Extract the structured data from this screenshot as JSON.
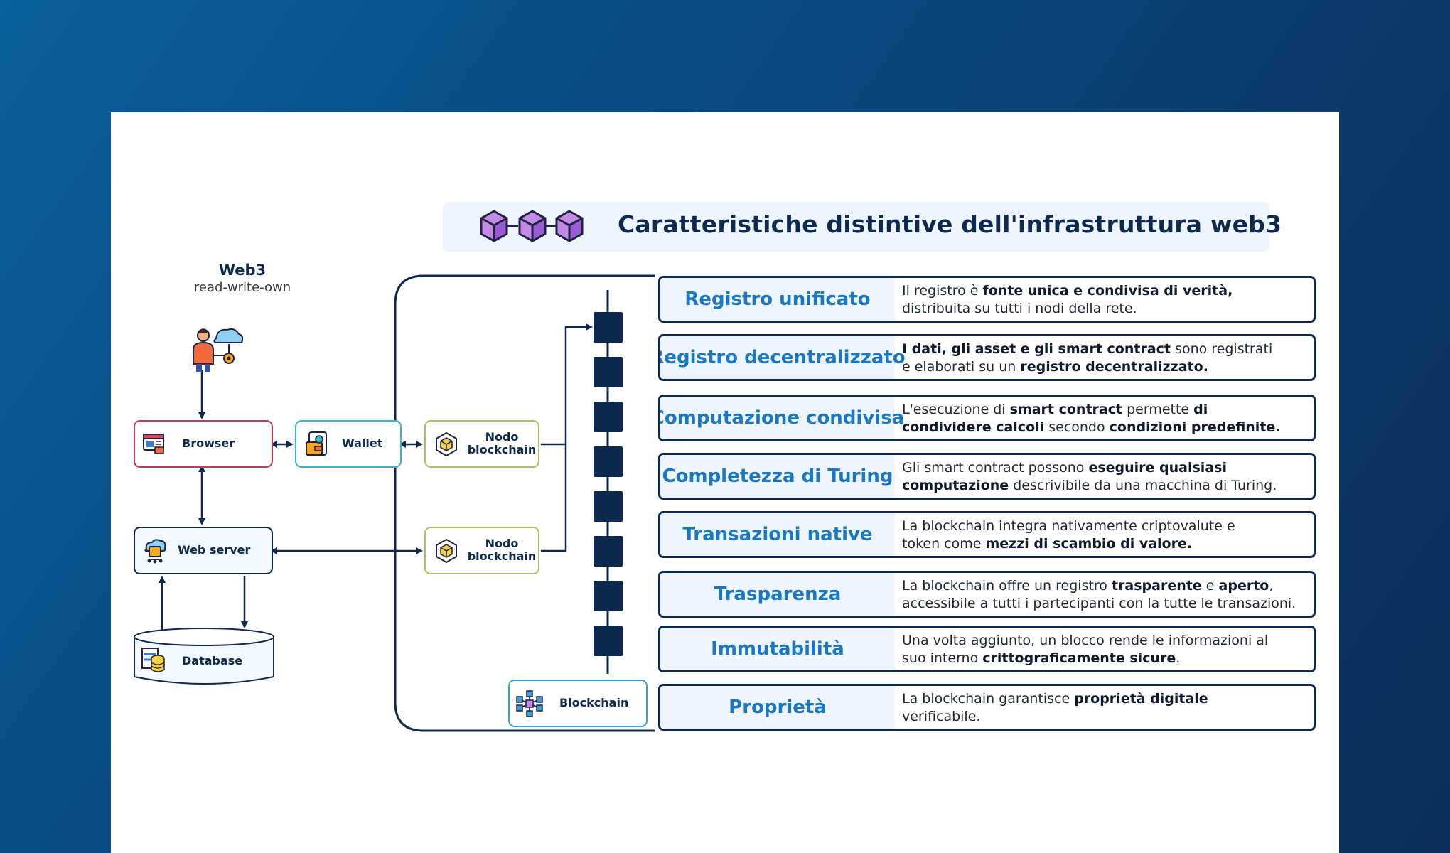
{
  "title": "Caratteristiche distintive dell'infrastruttura web3",
  "web3": {
    "title": "Web3",
    "subtitle": "read-write-own"
  },
  "nodes": {
    "browser": "Browser",
    "wallet": "Wallet",
    "nodo1_line1": "Nodo",
    "nodo1_line2": "blockchain",
    "nodo2_line1": "Nodo",
    "nodo2_line2": "blockchain",
    "web_server": "Web server",
    "database": "Database",
    "blockchain": "Blockchain"
  },
  "colors": {
    "navy": "#0d2a4e",
    "accent_blue": "#1a78c2",
    "browser_border": "#c23b5a",
    "wallet_border": "#35b7c9",
    "node_border": "#a6c561",
    "blockchain_border": "#3aa0d8"
  },
  "features": [
    {
      "name": "Registro unificato",
      "desc": [
        [
          [
            "Il registro è ",
            false
          ],
          [
            "fonte unica e condivisa di verità,",
            true
          ]
        ],
        [
          [
            "distribuita su tutti i nodi della rete.",
            false
          ]
        ]
      ]
    },
    {
      "name": "Registro decentralizzato",
      "desc": [
        [
          [
            "I dati, gli asset e gli smart contract",
            true
          ],
          [
            " sono registrati",
            false
          ]
        ],
        [
          [
            "e elaborati su un ",
            false
          ],
          [
            "registro decentralizzato.",
            true
          ]
        ]
      ]
    },
    {
      "name": "Computazione condivisa",
      "desc": [
        [
          [
            "L'esecuzione di ",
            false
          ],
          [
            "smart contract",
            true
          ],
          [
            " permette ",
            false
          ],
          [
            "di",
            true
          ]
        ],
        [
          [
            "condividere calcoli",
            true
          ],
          [
            " secondo ",
            false
          ],
          [
            "condizioni predefinite.",
            true
          ]
        ]
      ]
    },
    {
      "name": "Completezza di Turing",
      "desc": [
        [
          [
            "Gli smart contract possono ",
            false
          ],
          [
            "eseguire qualsiasi",
            true
          ]
        ],
        [
          [
            "computazione",
            true
          ],
          [
            " descrivibile da una macchina di Turing.",
            false
          ]
        ]
      ]
    },
    {
      "name": "Transazioni native",
      "desc": [
        [
          [
            "La blockchain integra nativamente criptovalute e",
            false
          ]
        ],
        [
          [
            "token come ",
            false
          ],
          [
            "mezzi di scambio di valore.",
            true
          ]
        ]
      ]
    },
    {
      "name": "Trasparenza",
      "desc": [
        [
          [
            "La blockchain offre un registro ",
            false
          ],
          [
            "trasparente",
            true
          ],
          [
            " e ",
            false
          ],
          [
            "aperto",
            true
          ],
          [
            ",",
            false
          ]
        ],
        [
          [
            "accessibile a tutti i partecipanti con la tutte le transazioni.",
            false
          ]
        ]
      ]
    },
    {
      "name": "Immutabilità",
      "desc": [
        [
          [
            "Una volta aggiunto, un blocco rende le informazioni al",
            false
          ]
        ],
        [
          [
            "suo interno ",
            false
          ],
          [
            "crittograficamente sicure",
            true
          ],
          [
            ".",
            false
          ]
        ]
      ]
    },
    {
      "name": "Proprietà",
      "desc": [
        [
          [
            "La blockchain garantisce ",
            false
          ],
          [
            "proprietà digitale",
            true
          ]
        ],
        [
          [
            "verificabile.",
            false
          ]
        ]
      ]
    }
  ]
}
